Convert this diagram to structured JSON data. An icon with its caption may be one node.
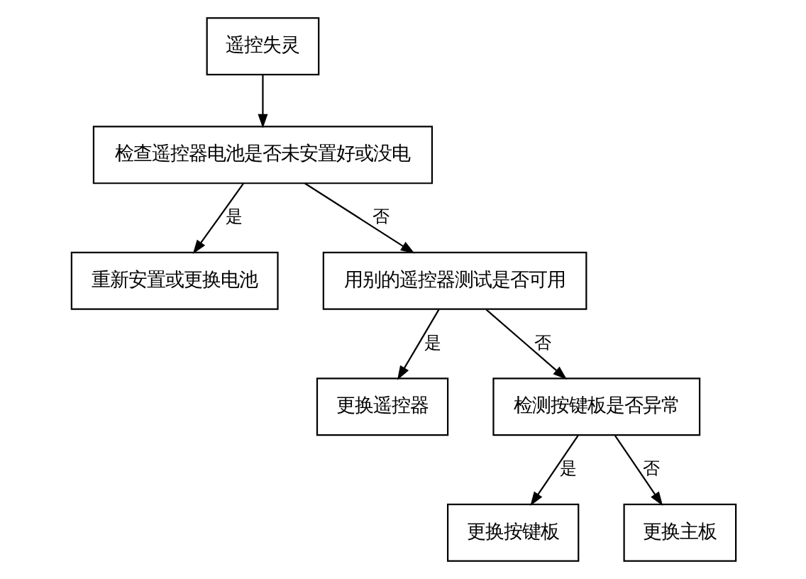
{
  "diagram": {
    "nodes": [
      {
        "text": [
          "遥控失灵"
        ]
      },
      {
        "text": [
          "检查遥控器电池是否未安置好或没电"
        ]
      },
      {
        "text": [
          "重新安置或更换电池"
        ]
      },
      {
        "text": [
          "用别的遥控器测试是否可用"
        ]
      },
      {
        "text": [
          "更换遥控器"
        ]
      },
      {
        "text": [
          "检测按键板是否异常"
        ]
      },
      {
        "text": [
          "更换按键板"
        ]
      },
      {
        "text": [
          "更换主板"
        ]
      }
    ],
    "edges": [
      {
        "from": 0,
        "to": 1,
        "arrow": "to"
      },
      {
        "from": 1,
        "to": 2,
        "arrow": "to",
        "label": "是"
      },
      {
        "from": 1,
        "to": 3,
        "arrow": "to",
        "label": "否"
      },
      {
        "from": 3,
        "to": 4,
        "arrow": "to",
        "label": "是"
      },
      {
        "from": 3,
        "to": 5,
        "arrow": "to",
        "label": "否"
      },
      {
        "from": 5,
        "to": 6,
        "arrow": "to",
        "label": "是"
      },
      {
        "from": 5,
        "to": 7,
        "arrow": "to",
        "label": "否"
      }
    ]
  }
}
